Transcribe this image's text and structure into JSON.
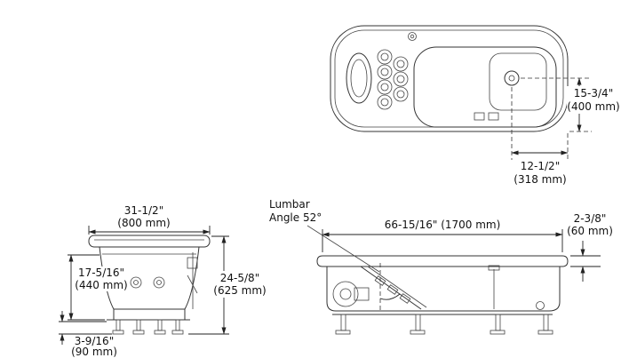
{
  "diagram": {
    "top_view": {
      "width_in": "15-3/4\"",
      "width_mm": "(400 mm)",
      "drain_in": "12-1/2\"",
      "drain_mm": "(318 mm)"
    },
    "end_view": {
      "width_in": "31-1/2\"",
      "width_mm": "(800 mm)",
      "height_rim_in": "17-5/16\"",
      "height_rim_mm": "(440 mm)",
      "height_overall_in": "24-5/8\"",
      "height_overall_mm": "(625 mm)",
      "height_base_in": "3-9/16\"",
      "height_base_mm": "(90 mm)"
    },
    "side_view": {
      "lumbar_label_1": "Lumbar",
      "lumbar_label_2": "Angle 52°",
      "length": "66-15/16\" (1700 mm)",
      "rim_in": "2-3/8\"",
      "rim_mm": "(60 mm)"
    }
  }
}
